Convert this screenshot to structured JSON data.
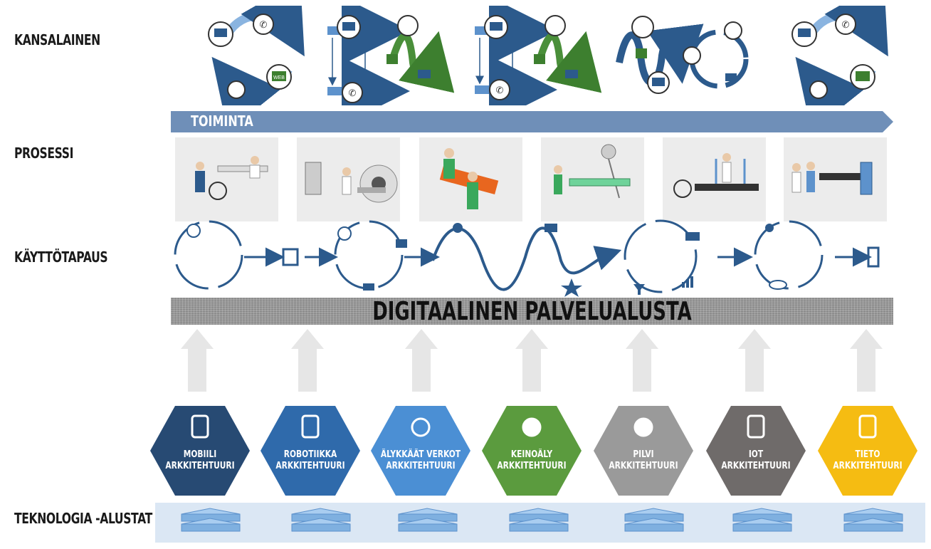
{
  "rows": {
    "kansalainen": "KANSALAINEN",
    "prosessi": "PROSESSI",
    "kayttotapaus": "KÄYTTÖTAPAUS",
    "teknologia": "TEKNOLOGIA -ALUSTAT"
  },
  "toiminta": "TOIMINTA",
  "platform": "DIGITAALINEN PALVELUALUSTA",
  "channel_icons": {
    "web": "WEB"
  },
  "architectures": [
    {
      "line1": "MOBIILI",
      "line2": "ARKKITEHTUURI",
      "color": "#274a73",
      "icon": "smartphone-icon"
    },
    {
      "line1": "ROBOTIIKKA",
      "line2": "ARKKITEHTUURI",
      "color": "#2f6aab",
      "icon": "document-icon"
    },
    {
      "line1": "ÄLYKKÄÄT VERKOT",
      "line2": "ARKKITEHTUURI",
      "color": "#4b8fd4",
      "icon": "network-dots-icon"
    },
    {
      "line1": "KEINOÄLY",
      "line2": "ARKKITEHTUURI",
      "color": "#5b9b3e",
      "icon": "lightbulb-icon"
    },
    {
      "line1": "PILVI",
      "line2": "ARKKITEHTUURI",
      "color": "#9a9a9a",
      "icon": "cloud-icon"
    },
    {
      "line1": "IOT",
      "line2": "ARKKITEHTUURI",
      "color": "#6f6b6a",
      "icon": "iot-phone-gear-icon"
    },
    {
      "line1": "TIETO",
      "line2": "ARKKITEHTUURI",
      "color": "#f5bc12",
      "icon": "clipboard-icon"
    }
  ],
  "colors": {
    "toiminta_bar": "#6f8fb8",
    "arrow_blue": "#2c5a8c",
    "arrow_green": "#4a8f3a",
    "upward_arrow": "#e6e6e6",
    "tech_bar": "#dbe7f4",
    "server_block": "#7fb0e0"
  }
}
